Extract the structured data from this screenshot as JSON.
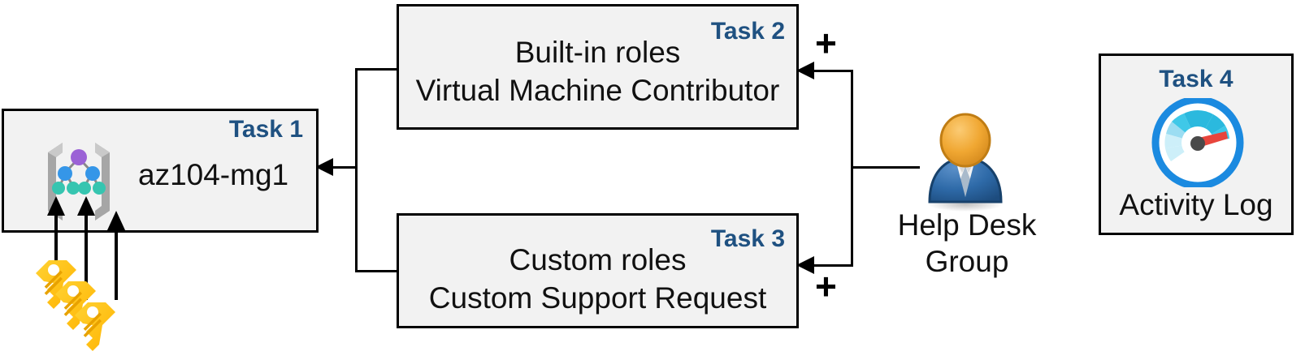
{
  "diagram": {
    "title": "Azure RBAC task diagram",
    "background_color": "#ffffff",
    "box_fill": "#f2f2f2",
    "box_border": "#000000",
    "task_label_color": "#1F5181"
  },
  "tasks": [
    {
      "id": "task1",
      "label": "Task 1",
      "text": "az104-mg1",
      "icon": "management-group-icon"
    },
    {
      "id": "task2",
      "label": "Task 2",
      "line1": "Built-in roles",
      "line2": "Virtual Machine Contributor"
    },
    {
      "id": "task3",
      "label": "Task 3",
      "line1": "Custom roles",
      "line2": "Custom Support Request"
    },
    {
      "id": "task4",
      "label": "Task 4",
      "text": "Activity Log",
      "icon": "activity-log-gauge-icon"
    }
  ],
  "actor": {
    "name": "help-desk-group",
    "line1": "Help Desk",
    "line2": "Group",
    "icon": "user-group-icon"
  },
  "connectors": {
    "plus_top": "+",
    "plus_bottom": "+"
  },
  "keys": {
    "name": "keys-icon",
    "count": 3
  }
}
